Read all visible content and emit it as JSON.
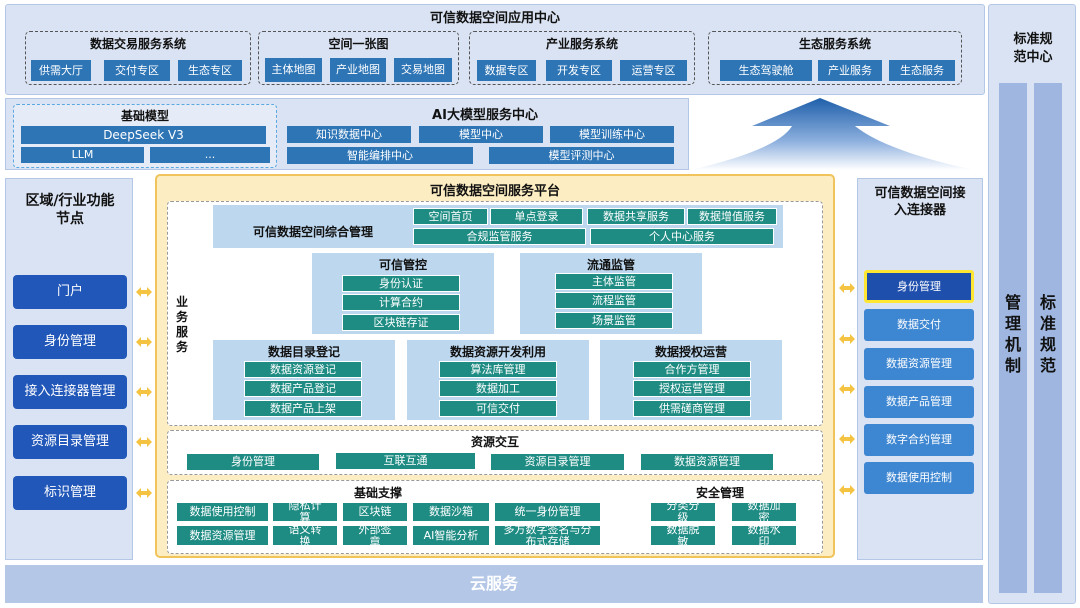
{
  "app_center": {
    "title": "可信数据空间应用中心",
    "groups": [
      {
        "title": "数据交易服务系统",
        "items": [
          "供需大厅",
          "交付专区",
          "生态专区"
        ]
      },
      {
        "title": "空间一张图",
        "items": [
          "主体地图",
          "产业地图",
          "交易地图"
        ]
      },
      {
        "title": "产业服务系统",
        "items": [
          "数据专区",
          "开发专区",
          "运营专区"
        ]
      },
      {
        "title": "生态服务系统",
        "items": [
          "生态驾驶舱",
          "产业服务",
          "生态服务"
        ]
      }
    ]
  },
  "ai_center": {
    "title": "AI大模型服务中心",
    "base_model": {
      "title": "基础模型",
      "items": [
        "DeepSeek V3",
        "LLM",
        "..."
      ]
    },
    "items": [
      "知识数据中心",
      "模型中心",
      "模型训练中心",
      "智能编排中心",
      "模型评测中心"
    ]
  },
  "left_panel": {
    "title": "区域/行业功能节点",
    "items": [
      "门户",
      "身份管理",
      "接入连接器管理",
      "资源目录管理",
      "标识管理"
    ]
  },
  "platform": {
    "title": "可信数据空间服务平台",
    "business_label": "业务服务",
    "comprehensive": {
      "title": "可信数据空间综合管理",
      "items": [
        "空间首页",
        "单点登录",
        "数据共享服务",
        "数据增值服务",
        "合规监管服务",
        "个人中心服务"
      ]
    },
    "trust_control": {
      "title": "可信管控",
      "items": [
        "身份认证",
        "计算合约",
        "区块链存证"
      ]
    },
    "circulation": {
      "title": "流通监管",
      "items": [
        "主体监管",
        "流程监管",
        "场景监管"
      ]
    },
    "catalog": {
      "title": "数据目录登记",
      "items": [
        "数据资源登记",
        "数据产品登记",
        "数据产品上架"
      ]
    },
    "development": {
      "title": "数据资源开发利用",
      "items": [
        "算法库管理",
        "数据加工",
        "可信交付"
      ]
    },
    "authorization": {
      "title": "数据授权运营",
      "items": [
        "合作方管理",
        "授权运营管理",
        "供需磋商管理"
      ]
    },
    "resource_interaction": {
      "title": "资源交互",
      "items": [
        "身份管理",
        "互联互通",
        "资源目录管理",
        "数据资源管理"
      ]
    },
    "foundation": {
      "title": "基础支撑",
      "items": [
        "数据使用控制",
        "隐私计算",
        "区块链",
        "数据沙箱",
        "统一身份管理",
        "数据资源管理",
        "语义转换",
        "外部签章",
        "AI智能分析",
        "多方数字签名与分布式存储"
      ]
    },
    "security": {
      "title": "安全管理",
      "items": [
        "分类分级",
        "数据加密",
        "数据脱敏",
        "数据水印"
      ]
    }
  },
  "connector": {
    "title": "可信数据空间接入连接器",
    "items": [
      "身份管理",
      "数据交付",
      "数据资源管理",
      "数据产品管理",
      "数字合约管理",
      "数据使用控制"
    ]
  },
  "standards": {
    "title": "标准规范中心",
    "col1": "管理机制",
    "col2": "标准规范"
  },
  "cloud": "云服务",
  "colors": {
    "panel": "#dae3f3",
    "platform_bg": "#fcedc2",
    "platform_border": "#f0c45a",
    "teal": "#1f8c84",
    "blue": "#2e75b6",
    "left_btn": "#2157b8"
  }
}
